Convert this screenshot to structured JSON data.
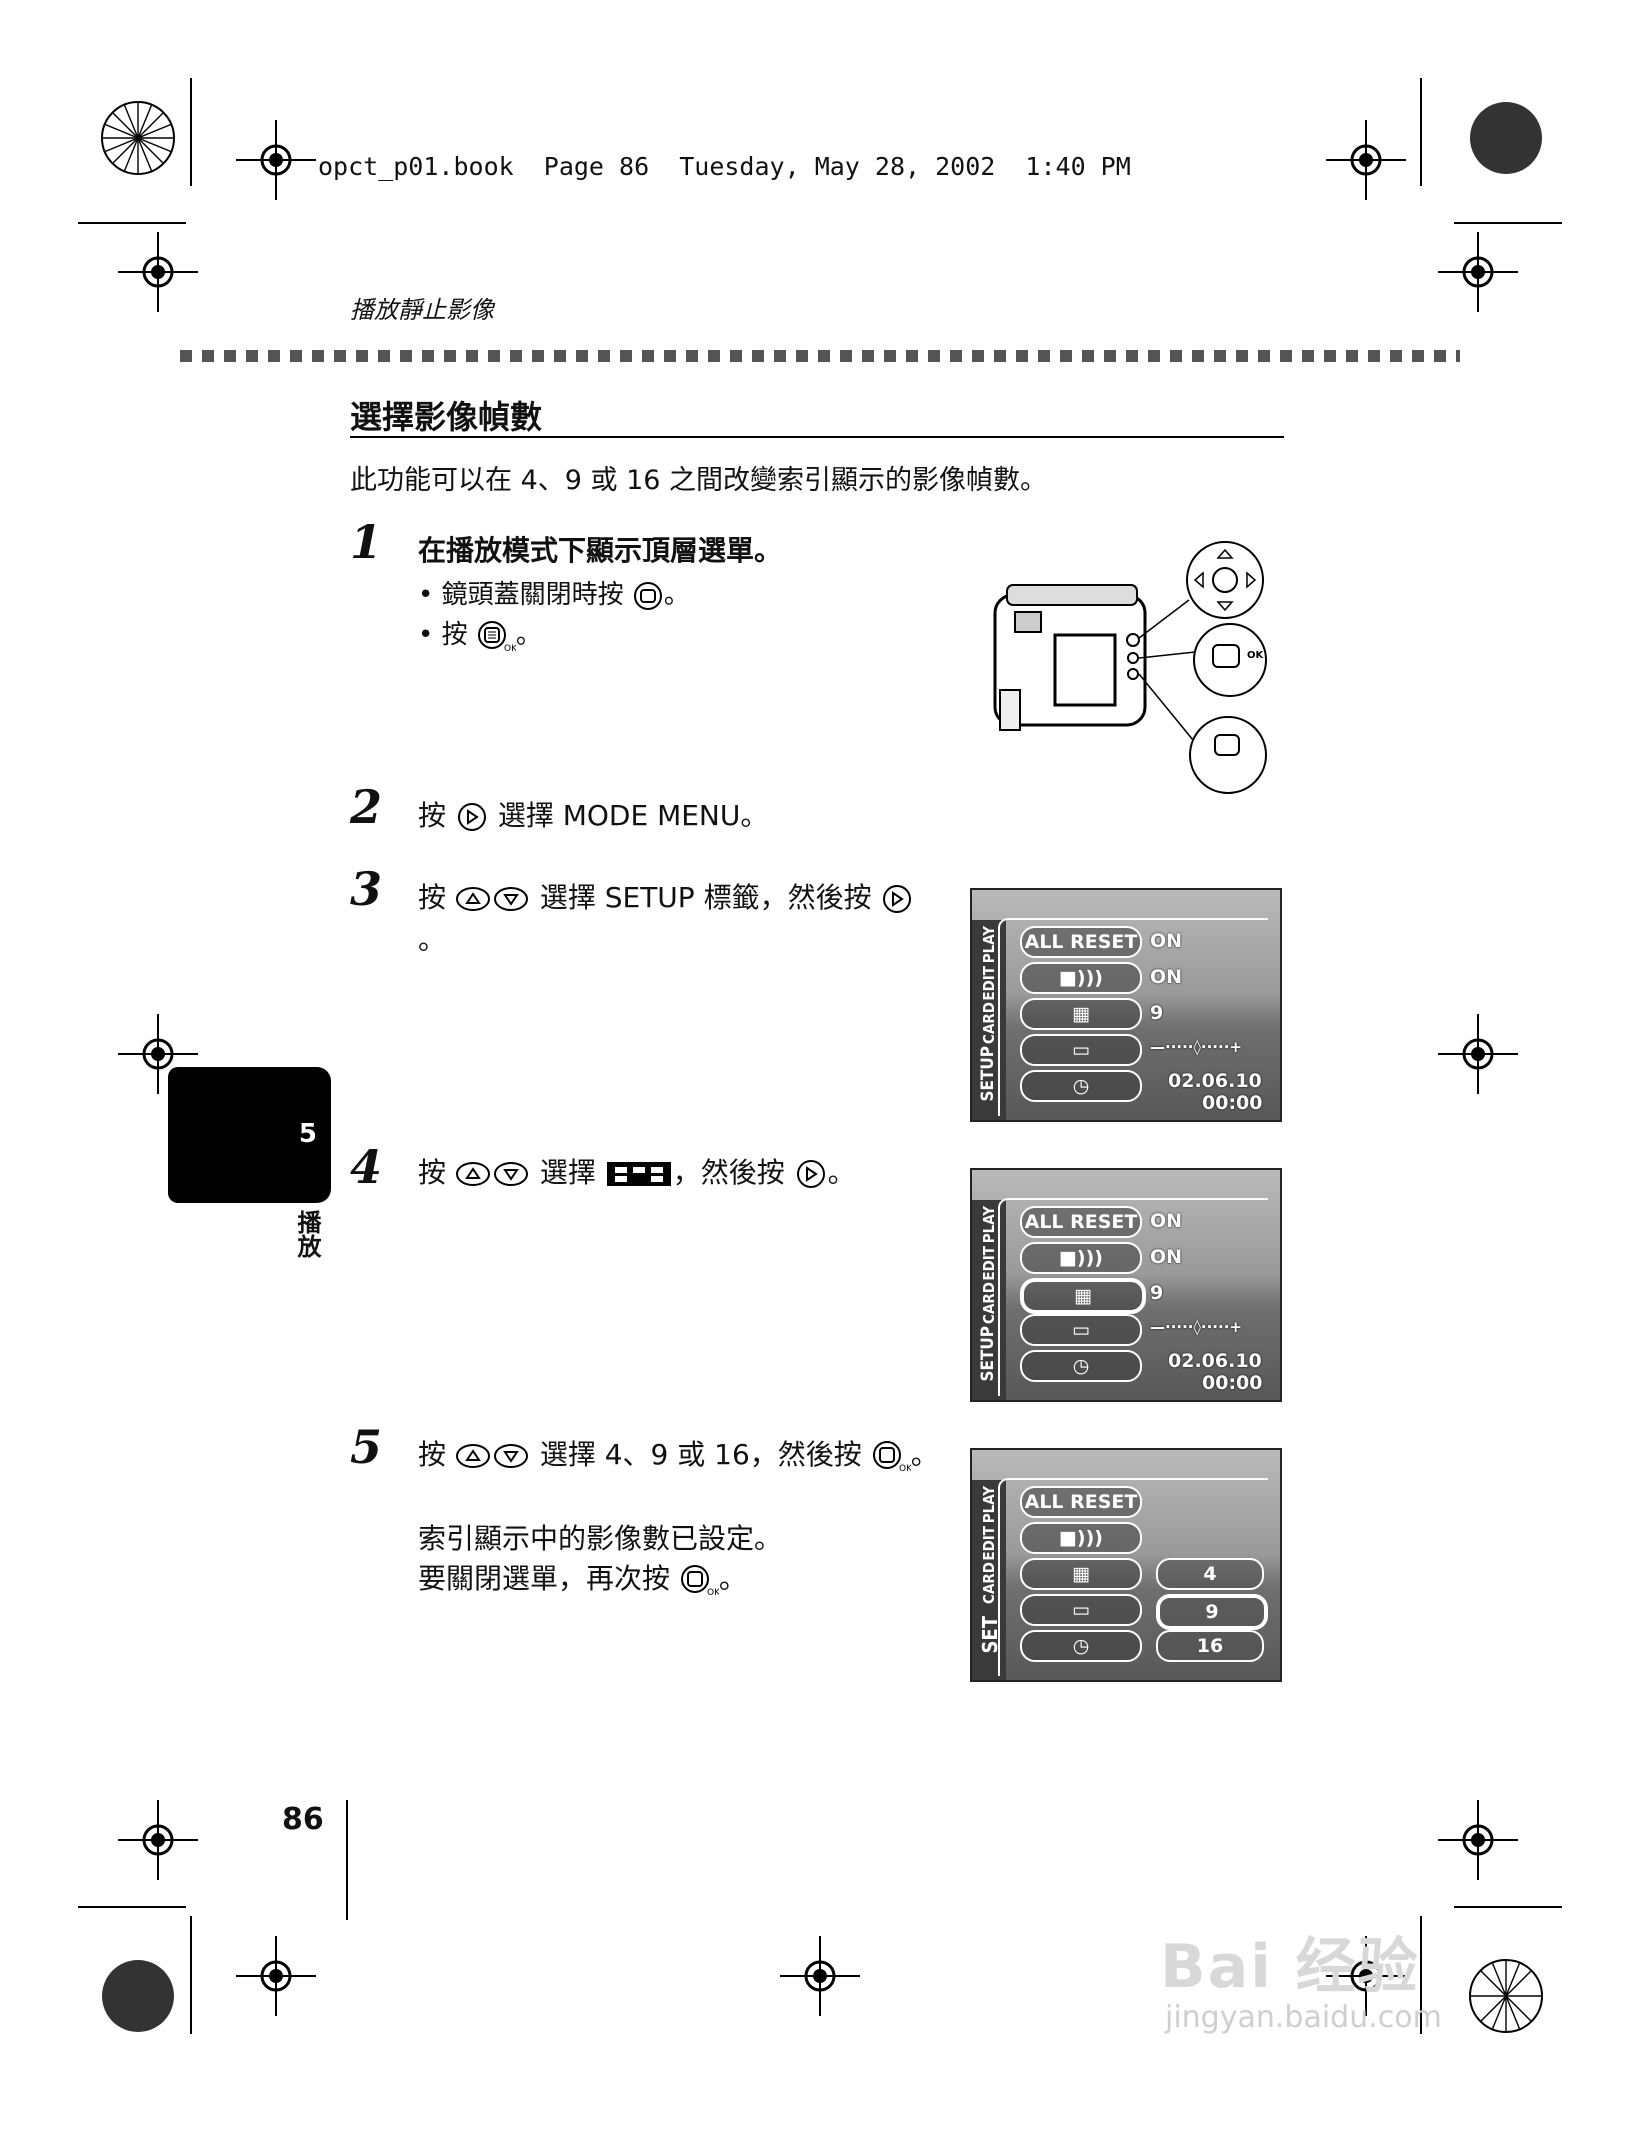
{
  "header": {
    "file_line": "opct_p01.book  Page 86  Tuesday, May 28, 2002  1:40 PM",
    "running_head": "播放靜止影像"
  },
  "section": {
    "title": "選擇影像幀數",
    "intro": "此功能可以在 4、9 或 16 之間改變索引顯示的影像幀數。"
  },
  "steps": [
    {
      "num": "1",
      "text": "在播放模式下顯示頂層選單。",
      "bullets": [
        "鏡頭蓋關閉時按",
        "按"
      ]
    },
    {
      "num": "2",
      "text_a": "按",
      "text_b": "選擇 MODE MENU。"
    },
    {
      "num": "3",
      "text_a": "按",
      "text_b": "選擇 SETUP 標籤，然後按",
      "text_c": "。"
    },
    {
      "num": "4",
      "text_a": "按",
      "text_b": "選擇",
      "text_c": "，然後按",
      "text_d": "。"
    },
    {
      "num": "5",
      "text_a": "按",
      "text_b": "選擇 4、9 或 16，然後按",
      "text_c": "。",
      "line2": "索引顯示中的影像數已設定。",
      "line3": "要關閉選單，再次按",
      "line3_end": "。"
    }
  ],
  "lcd": {
    "tabs": [
      "PLAY",
      "EDIT",
      "CARD"
    ],
    "setup_tab": "SETUP",
    "set_tab": "SET",
    "rows": [
      "ALL RESET"
    ],
    "values": [
      "ON",
      "ON",
      "9",
      "02.06.10",
      "00:00"
    ],
    "options": [
      "4",
      "9",
      "16"
    ]
  },
  "chapter_tab": {
    "number": "5",
    "label": "播放"
  },
  "page_number": "86",
  "watermark": {
    "brand": "Bai 经验",
    "url": "jingyan.baidu.com"
  },
  "colors": {
    "ink": "#111111",
    "lcd_dark": "#3a3a3a"
  }
}
